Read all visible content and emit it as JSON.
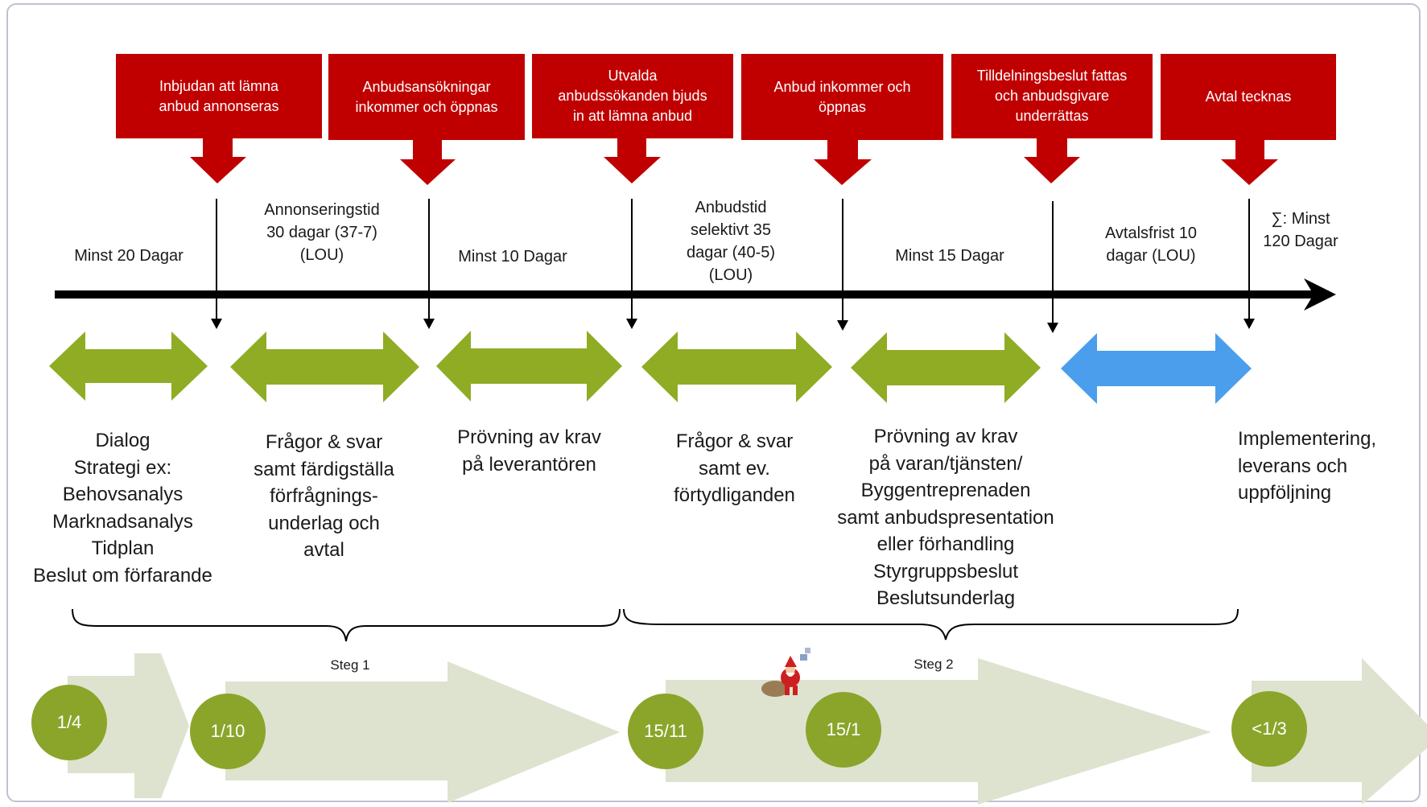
{
  "colors": {
    "red_box": "#c00000",
    "timeline": "#000000",
    "green_arrow": "#8fac24",
    "blue_arrow": "#4a9eec",
    "pale_arrow": "#dde3cf",
    "circle": "#8aa52a"
  },
  "milestones": [
    "Inbjudan att lämna\nanbud annonseras",
    "Anbudsansökningar\ninkommer och öppnas",
    "Utvalda\nanbudssökanden bjuds\nin att lämna anbud",
    "Anbud inkommer och\nöppnas",
    "Tilldelningsbeslut fattas\noch anbudsgivare\nunderrättas",
    "Avtal tecknas"
  ],
  "durations": [
    "Minst 20 Dagar",
    "Annonseringstid\n30 dagar (37-7)\n(LOU)",
    "Minst 10 Dagar",
    "Anbudstid\nselektivt 35\ndagar (40-5)\n(LOU)",
    "Minst 15 Dagar",
    "Avtalsfrist 10\ndagar (LOU)",
    "∑: Minst\n120 Dagar"
  ],
  "activities": [
    "Dialog\nStrategi ex:\nBehovsanalys\nMarknadsanalys\nTidplan\nBeslut om förfarande",
    "Frågor & svar\nsamt färdigställa\nförfrågnings-\nunderlag och\navtal",
    "Prövning av krav\npå leverantören",
    "Frågor & svar\nsamt ev.\nförtydliganden",
    "Prövning av krav\npå varan/tjänsten/\nByggentreprenaden\nsamt anbudspresentation\neller förhandling\nStyrgruppsbeslut\nBeslutsunderlag",
    "Implementering,\nleverans och\nuppföljning"
  ],
  "steps": [
    "Steg 1",
    "Steg 2"
  ],
  "dates": [
    "1/4",
    "1/10",
    "15/11",
    "15/1",
    "<1/3"
  ],
  "icons": [
    "santa-icon"
  ]
}
